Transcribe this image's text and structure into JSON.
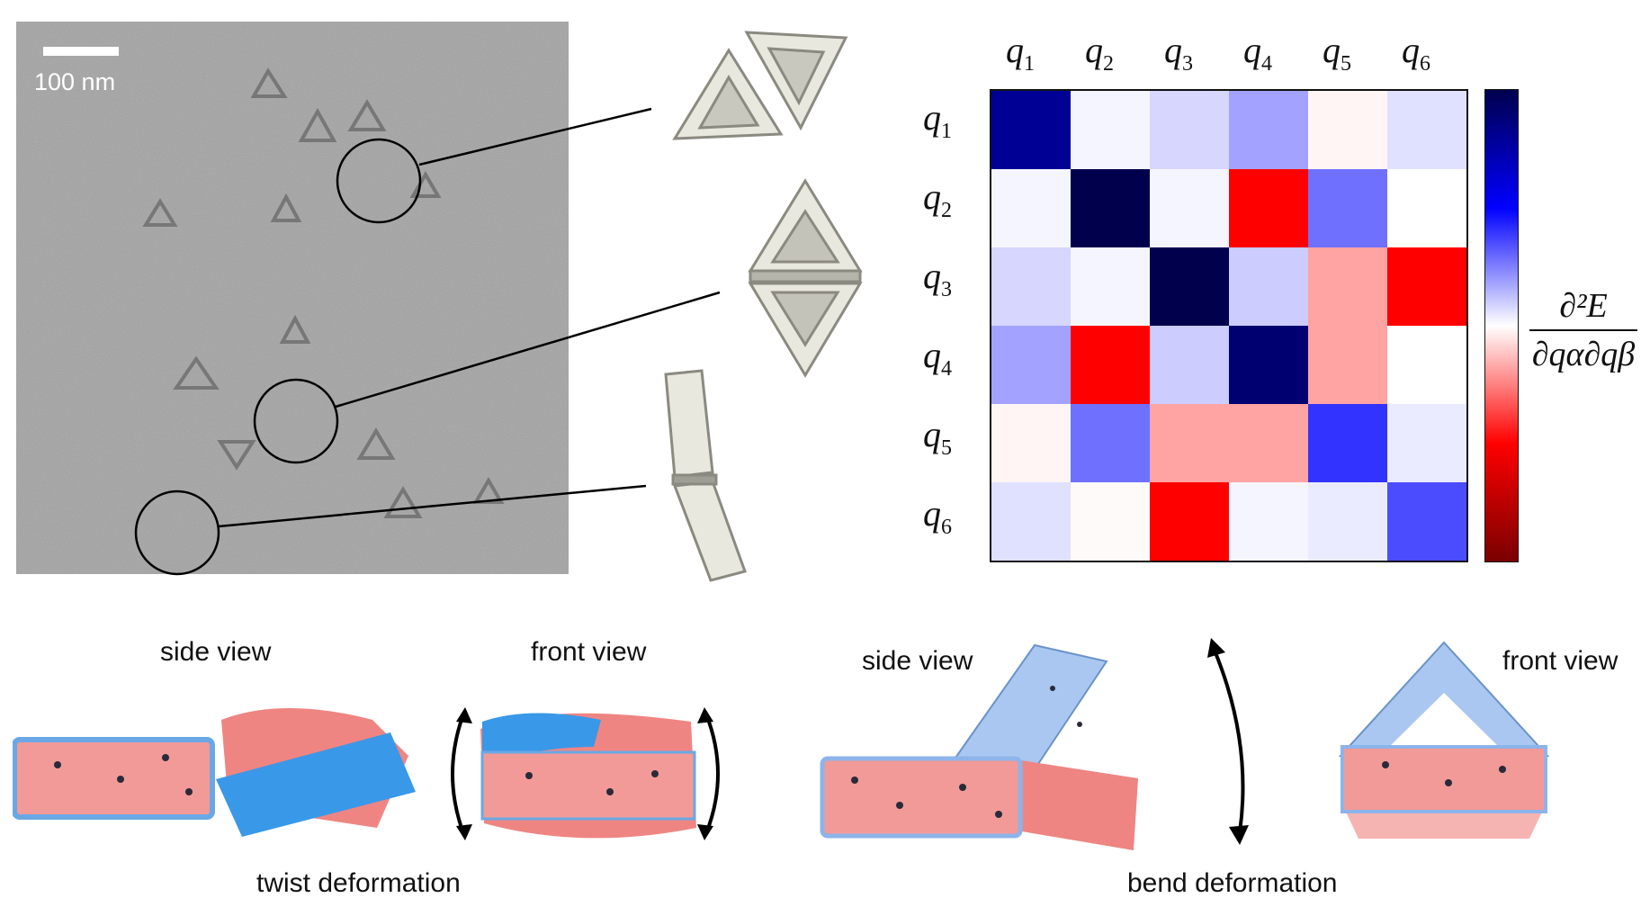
{
  "micrograph": {
    "scale_bar_label": "100 nm"
  },
  "matrix": {
    "row_labels": [
      "q",
      "q",
      "q",
      "q",
      "q",
      "q"
    ],
    "row_subscripts": [
      "1",
      "2",
      "3",
      "4",
      "5",
      "6"
    ],
    "col_labels": [
      "q",
      "q",
      "q",
      "q",
      "q",
      "q"
    ],
    "col_subscripts": [
      "1",
      "2",
      "3",
      "4",
      "5",
      "6"
    ],
    "colorbar_label": {
      "numerator": "∂²E",
      "denominator": "∂qα∂qβ"
    },
    "colormap": [
      "#7a0000",
      "#ff0000",
      "#ffffff",
      "#0000ff",
      "#00004d"
    ],
    "values": [
      [
        0.8,
        0.02,
        0.08,
        0.18,
        -0.02,
        0.06
      ],
      [
        0.02,
        1.0,
        0.02,
        -0.5,
        0.28,
        0.0
      ],
      [
        0.08,
        0.02,
        1.0,
        0.1,
        -0.18,
        -0.5
      ],
      [
        0.18,
        -0.5,
        0.1,
        0.9,
        -0.18,
        0.0
      ],
      [
        -0.02,
        0.28,
        -0.18,
        -0.18,
        0.4,
        0.04
      ],
      [
        0.06,
        -0.01,
        -0.5,
        0.02,
        0.04,
        0.35
      ]
    ]
  },
  "twist_panel": {
    "side_view_label": "side view",
    "front_view_label": "front view",
    "caption": "twist deformation"
  },
  "bend_panel": {
    "side_view_label": "side view",
    "front_view_label": "front view",
    "caption": "bend deformation"
  }
}
